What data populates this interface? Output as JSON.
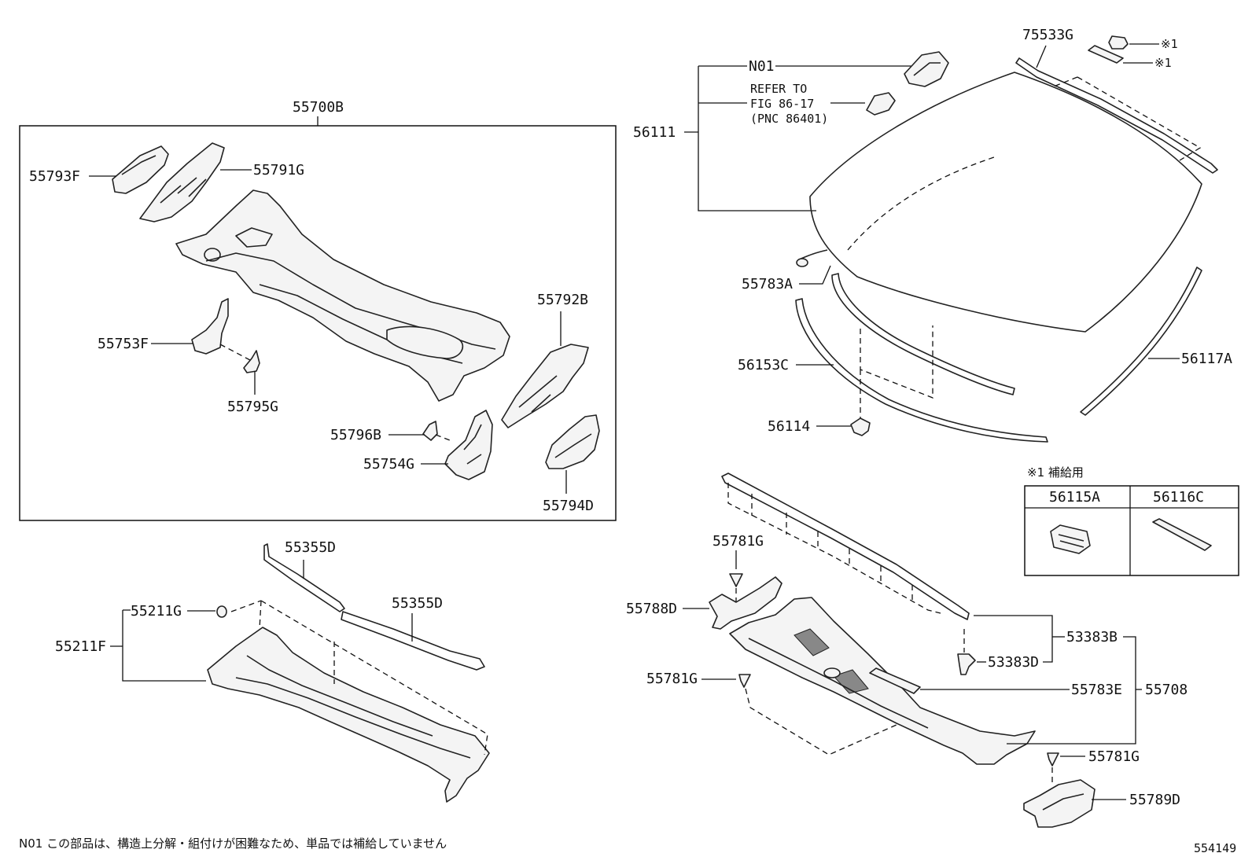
{
  "labels": {
    "l_55700B": "55700B",
    "l_55793F": "55793F",
    "l_55791G": "55791G",
    "l_55792B": "55792B",
    "l_55753F": "55753F",
    "l_55795G": "55795G",
    "l_55796B": "55796B",
    "l_55754G": "55754G",
    "l_55794D": "55794D",
    "l_75533G": "75533G",
    "l_N01": "N01",
    "l_refer1": "REFER TO",
    "l_refer2": "FIG 86-17",
    "l_refer3": "(PNC 86401)",
    "l_56111": "56111",
    "l_55783A": "55783A",
    "l_56153C": "56153C",
    "l_56117A": "56117A",
    "l_56114": "56114",
    "l_star1a": "※1",
    "l_star1b": "※1",
    "l_supply": "※1 補給用",
    "l_56115A": "56115A",
    "l_56116C": "56116C",
    "l_55355D_a": "55355D",
    "l_55355D_b": "55355D",
    "l_55211G": "55211G",
    "l_55211F": "55211F",
    "l_55781G_a": "55781G",
    "l_55788D": "55788D",
    "l_55781G_b": "55781G",
    "l_53383B": "53383B",
    "l_53383D": "53383D",
    "l_55783E": "55783E",
    "l_55708": "55708",
    "l_55781G_c": "55781G",
    "l_55789D": "55789D"
  },
  "footer": {
    "note": "N01 この部品は、構造上分解・組付けが困難なため、単品では補給していません",
    "figure_id": "554149"
  }
}
